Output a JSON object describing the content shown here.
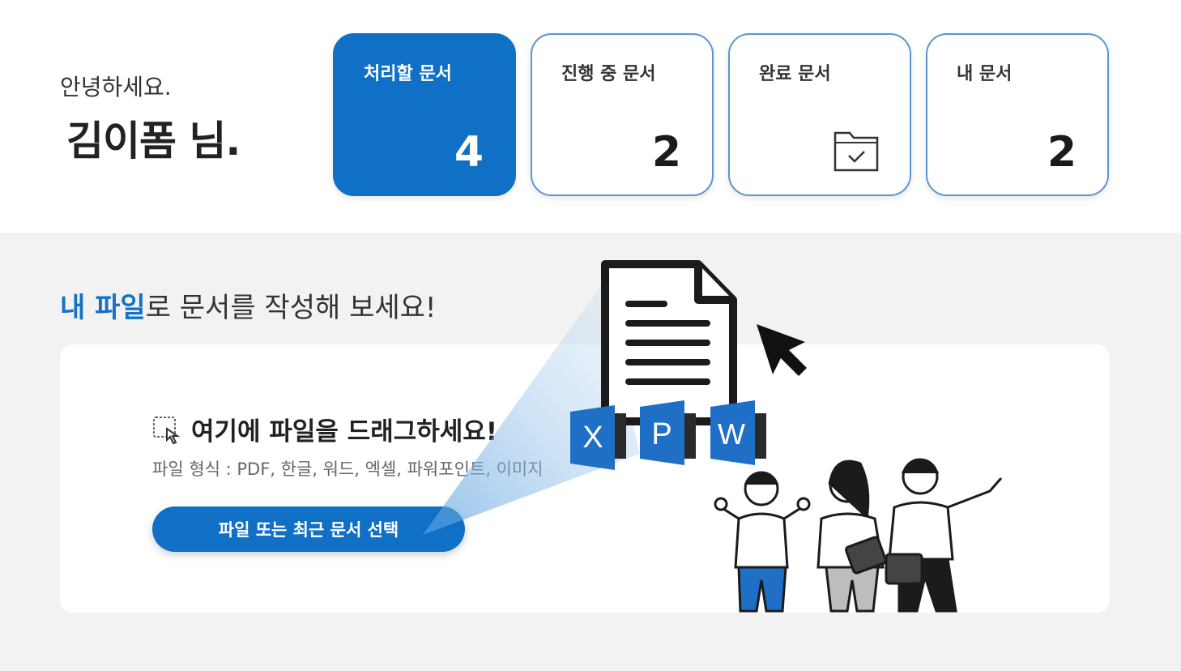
{
  "greeting": {
    "hello": "안녕하세요.",
    "user_name": "김이폼 님."
  },
  "cards": [
    {
      "label": "처리할 문서",
      "count": "4",
      "active": true
    },
    {
      "label": "진행 중 문서",
      "count": "2",
      "active": false
    },
    {
      "label": "완료 문서",
      "icon": "folder-check-icon",
      "active": false
    },
    {
      "label": "내 문서",
      "count": "2",
      "active": false
    }
  ],
  "section": {
    "title_highlight": "내 파일",
    "title_rest": "로 문서를 작성해 보세요!"
  },
  "upload": {
    "drag_title": "여기에 파일을 드래그하세요!",
    "formats": "파일 형식 : PDF, 한글, 워드, 엑셀, 파워포인트, 이미지",
    "button_label": "파일 또는 최근 문서 선택"
  },
  "file_badges": [
    "X",
    "P",
    "W"
  ],
  "colors": {
    "brand": "#0f70c5",
    "card_border": "#5b95d2",
    "highlight_text": "#1471c7",
    "background": "#f2f2f2"
  }
}
